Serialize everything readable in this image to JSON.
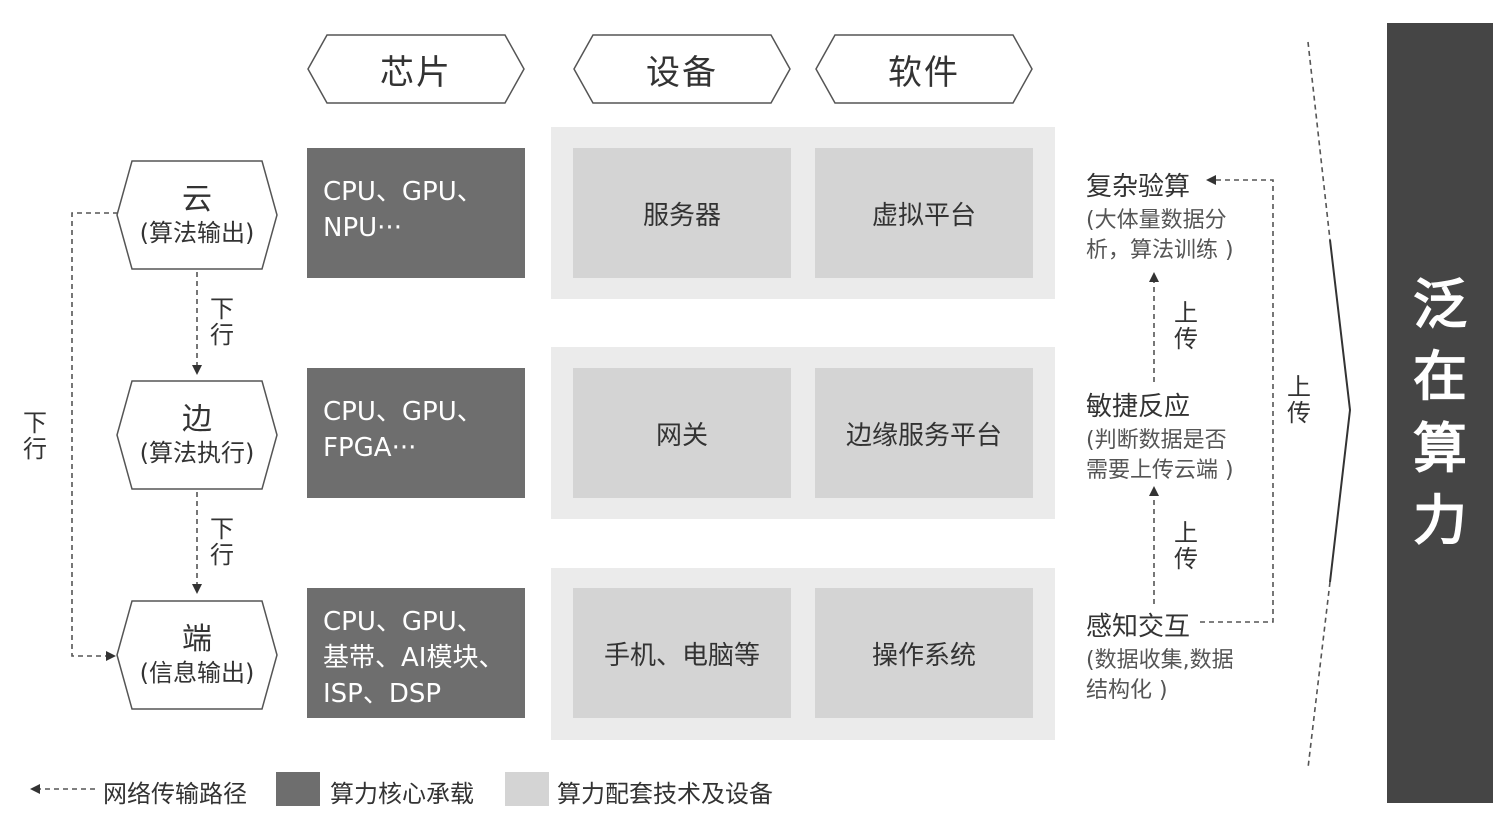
{
  "columns": {
    "chip": "芯片",
    "device": "设备",
    "software": "软件"
  },
  "rows": [
    {
      "name": "云",
      "role": "(算法输出)",
      "chip": [
        "CPU、GPU、",
        "NPU···"
      ],
      "device": "服务器",
      "software": "虚拟平台"
    },
    {
      "name": "边",
      "role": "(算法执行)",
      "chip": [
        "CPU、GPU、",
        "FPGA···"
      ],
      "device": "网关",
      "software": "边缘服务平台"
    },
    {
      "name": "端",
      "role": "(信息输出)",
      "chip": [
        "CPU、GPU、",
        "基带、AI模块、",
        "ISP、DSP"
      ],
      "device": "手机、电脑等",
      "software": "操作系统"
    }
  ],
  "flow": {
    "down": [
      "下",
      "行"
    ],
    "up": [
      "上",
      "传"
    ]
  },
  "right": [
    {
      "title": "复杂验算",
      "desc": [
        "(大体量数据分",
        "析，算法训练 )"
      ]
    },
    {
      "title": "敏捷反应",
      "desc": [
        "(判断数据是否",
        "需要上传云端 )"
      ]
    },
    {
      "title": "感知交互",
      "desc": [
        "(数据收集,数据",
        "结构化 )"
      ]
    }
  ],
  "summary": [
    "泛",
    "在",
    "算",
    "力"
  ],
  "legend": {
    "path": "网络传输路径",
    "core": "算力核心承载",
    "support": "算力配套技术及设备"
  },
  "colors": {
    "core": "#6e6e6e",
    "cell": "#d4d4d4",
    "band": "#ebebeb",
    "bar": "#454545"
  }
}
